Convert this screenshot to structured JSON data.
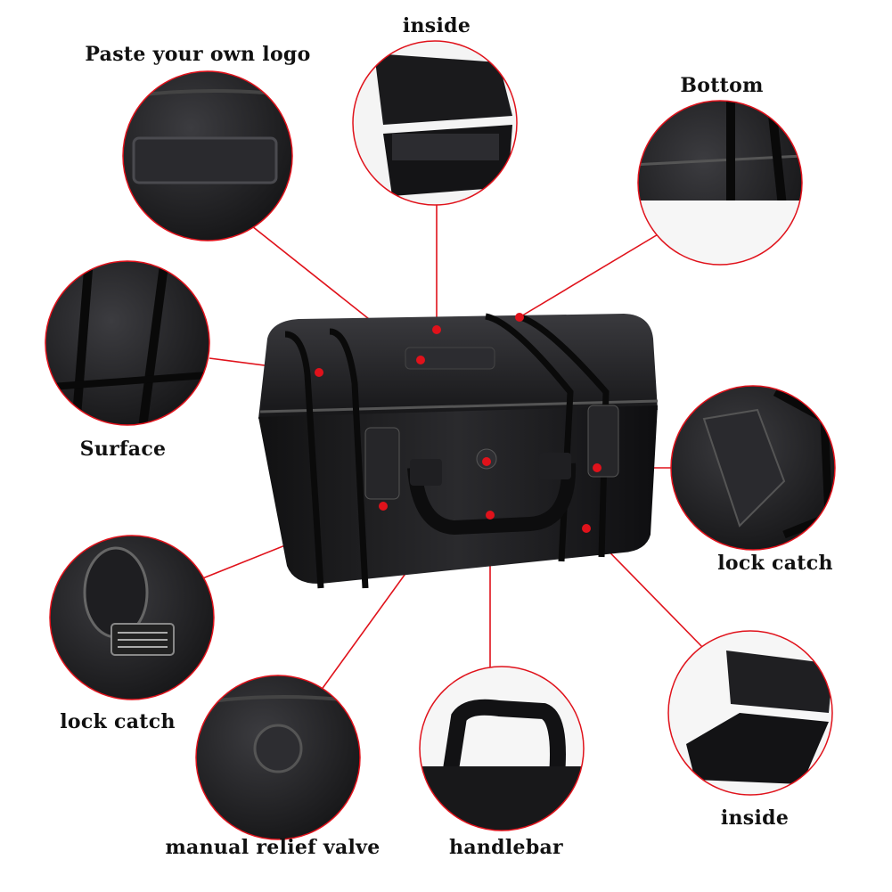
{
  "labels": {
    "logo": "Paste your own logo",
    "inside_top": "inside",
    "bottom": "Bottom",
    "surface": "Surface",
    "lock_catch_right": "lock catch",
    "lock_catch_left": "lock catch",
    "inside_bottom": "inside",
    "relief_valve": "manual relief valve",
    "handlebar": "handlebar"
  },
  "colors": {
    "callout_line": "#e0121b",
    "case_body": "#1b1b1d",
    "case_highlight": "#3a3a3e",
    "background": "#ffffff"
  },
  "icons": {
    "dot": "callout-dot"
  }
}
